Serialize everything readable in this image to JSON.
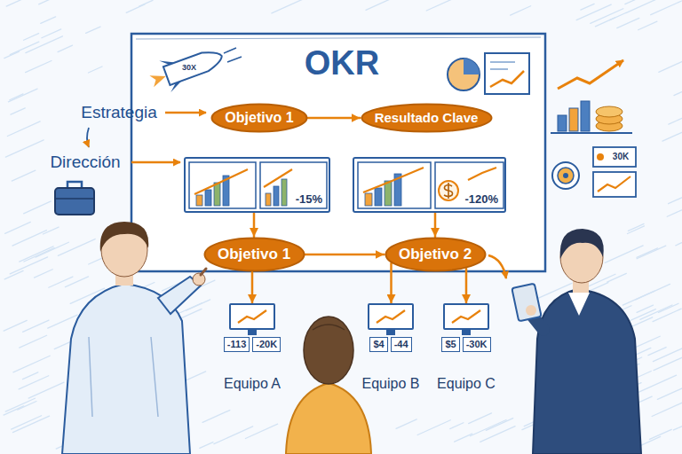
{
  "diagram": {
    "title": "OKR",
    "nodes": [
      {
        "text": [
          "Objetivo 1"
        ]
      },
      {
        "text": [
          "Resultado Clave"
        ]
      },
      {
        "text": [
          "-15%"
        ]
      },
      {
        "text": [
          "-120%"
        ]
      },
      {
        "text": [
          "Objetivo 1"
        ]
      },
      {
        "text": [
          "Objetivo 2"
        ]
      },
      {
        "text": [
          "-113",
          "-20K",
          "Equipo A"
        ]
      },
      {
        "text": [
          "$4",
          "-44",
          "Equipo B"
        ]
      },
      {
        "text": [
          "$5",
          "-30K",
          "Equipo C"
        ]
      }
    ],
    "edges": [
      {
        "from": 0,
        "to": 1,
        "arrow": "to"
      },
      {
        "from": 2,
        "to": 4,
        "arrow": "to"
      },
      {
        "from": 3,
        "to": 5,
        "arrow": "to"
      },
      {
        "from": 4,
        "to": 5,
        "arrow": "to"
      },
      {
        "from": 4,
        "to": 6,
        "arrow": "to"
      },
      {
        "from": 5,
        "to": 7,
        "arrow": "to"
      },
      {
        "from": 5,
        "to": 8,
        "arrow": "to"
      }
    ],
    "labels": [
      "Estrategia",
      "Dirección",
      "30X",
      "30K"
    ]
  }
}
